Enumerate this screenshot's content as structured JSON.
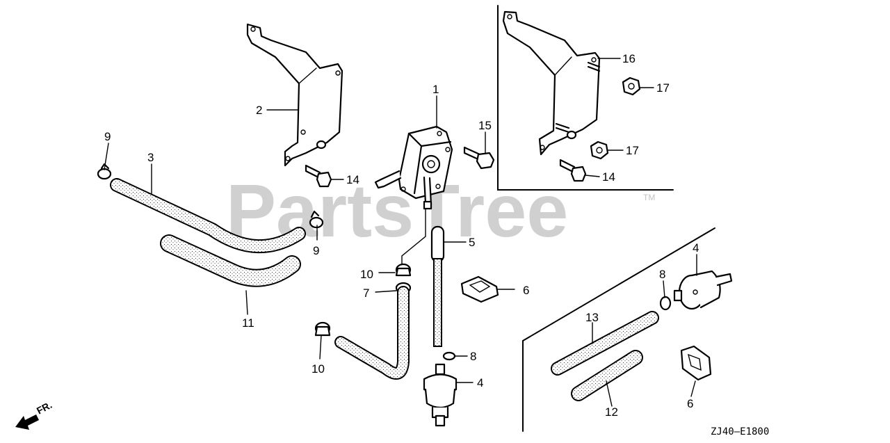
{
  "watermark": {
    "text": "PartsTree",
    "tm": "TM"
  },
  "diagram_code": "ZJ40—E1800",
  "front_indicator": "FR.",
  "callouts": [
    {
      "id": "c1",
      "label": "1"
    },
    {
      "id": "c2",
      "label": "2"
    },
    {
      "id": "c3",
      "label": "3"
    },
    {
      "id": "c4a",
      "label": "4"
    },
    {
      "id": "c4b",
      "label": "4"
    },
    {
      "id": "c5",
      "label": "5"
    },
    {
      "id": "c6a",
      "label": "6"
    },
    {
      "id": "c6b",
      "label": "6"
    },
    {
      "id": "c7",
      "label": "7"
    },
    {
      "id": "c8a",
      "label": "8"
    },
    {
      "id": "c8b",
      "label": "8"
    },
    {
      "id": "c9a",
      "label": "9"
    },
    {
      "id": "c9b",
      "label": "9"
    },
    {
      "id": "c10a",
      "label": "10"
    },
    {
      "id": "c10b",
      "label": "10"
    },
    {
      "id": "c11",
      "label": "11"
    },
    {
      "id": "c12",
      "label": "12"
    },
    {
      "id": "c13",
      "label": "13"
    },
    {
      "id": "c14a",
      "label": "14"
    },
    {
      "id": "c14b",
      "label": "14"
    },
    {
      "id": "c15",
      "label": "15"
    },
    {
      "id": "c16",
      "label": "16"
    },
    {
      "id": "c17a",
      "label": "17"
    },
    {
      "id": "c17b",
      "label": "17"
    }
  ]
}
